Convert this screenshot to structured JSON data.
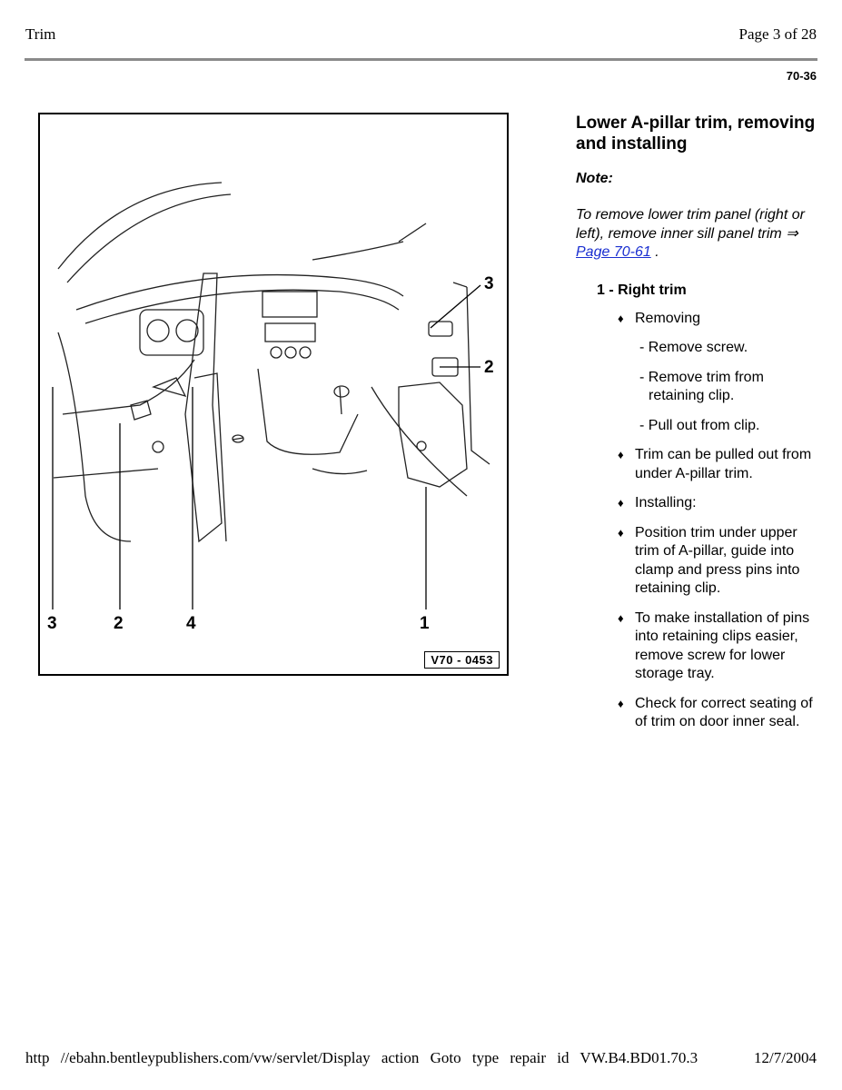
{
  "header": {
    "left": "Trim",
    "right": "Page 3 of 28"
  },
  "page_code": "70-36",
  "figure": {
    "ref": "V70 - 0453",
    "callouts": {
      "c3a": "3",
      "c2a": "2",
      "c4": "4",
      "c1": "1",
      "c3b": "3",
      "c2b": "2"
    }
  },
  "content": {
    "title": "Lower A-pillar trim, removing and installing",
    "note_head": "Note:",
    "note_text": "To remove lower trim panel (right or left), remove inner sill panel trim",
    "note_arrow": "⇒",
    "note_link": "Page 70-61",
    "note_end": ".",
    "item_head": "1 - Right trim",
    "bullet_glyph": "♦",
    "b1": "Removing",
    "s1": "- Remove screw.",
    "s2": "- Remove trim from retaining clip.",
    "s3": "- Pull out from clip.",
    "b2": "Trim can be pulled out from under A-pillar trim.",
    "b3": "Installing:",
    "b4": "Position trim under upper trim of A-pillar, guide into clamp and press pins into retaining clip.",
    "b5": "To make installation of pins into retaining clips easier, remove screw for lower storage tray.",
    "b6": "Check for correct seating of of trim on door inner seal."
  },
  "footer": {
    "url": "http //ebahn.bentleypublishers.com/vw/servlet/Display action Goto type repair id VW.B4.BD01.70.3",
    "date": "12/7/2004"
  }
}
